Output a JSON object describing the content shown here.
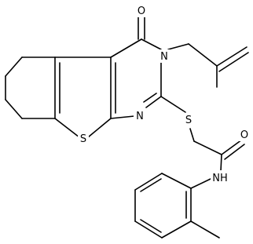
{
  "atom_labels": {
    "carbonyl_oxygen": "O",
    "ring_nitrogen_3": "N",
    "ring_nitrogen_1": "N",
    "thiophene_sulfur": "S",
    "thioether_sulfur": "S",
    "amide_oxygen": "O",
    "amide_nitrogen": "NH"
  },
  "colors": {
    "bond": "#000000",
    "label": "#000000",
    "background": "#ffffff"
  }
}
